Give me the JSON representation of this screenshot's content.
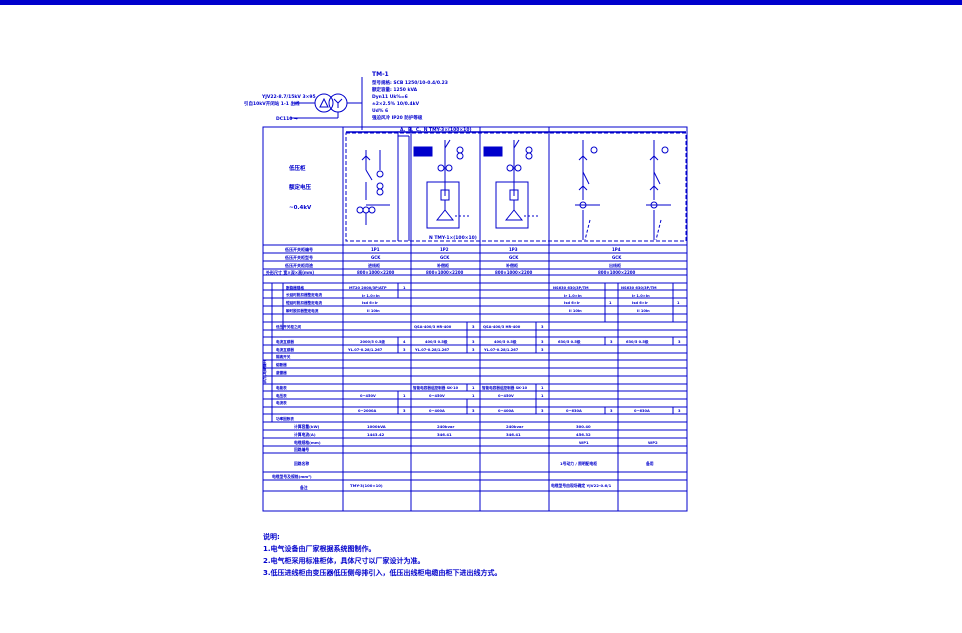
{
  "colors": {
    "line": "#0000cc",
    "background": "#ffffff"
  },
  "transformer": {
    "name": "TM-1",
    "lines": [
      "型号规格: SCB 1250/10-0.4/0.23",
      "额定容量: 1250 kVA",
      "Dyn11 Uk%=6",
      "±2×2.5% 10/0.4kV",
      "Ud% 6",
      "强迫风冷 IP20 防护等级"
    ]
  },
  "hv_labels": {
    "line1": "YJV22-8.7/15kV 3×95",
    "line2": "引自10kV开闭站 1-1 出线",
    "line3": "DC110 →"
  },
  "busbar": {
    "top_label": "A、B、C、N  TMY-3×(100×10)",
    "bottom_label": "N  TMY-1×(100×10)"
  },
  "left_panel": {
    "line1": "低压柜",
    "line2": "额定电压",
    "line3": "~0.4kV"
  },
  "row_labels": [
    "低压开关柜编号",
    "低压开关柜型号",
    "低压开关柜用途",
    "外形尺寸 宽×深×高(mm)",
    "断路器规格",
    "长延时脱扣器整定电流",
    "短延时脱扣器整定电流",
    "瞬时脱扣器整定电流",
    "低压开关柜之间",
    "电流互感器",
    "电流互感器",
    "隔离开关",
    "熔断器",
    "避雷器",
    "电能表",
    "电流表",
    "电压表",
    "功率因数表",
    "计算容量(kW)",
    "计算电流(A)",
    "电缆规格(mm)",
    "回路编号",
    "回路名称",
    "电缆型号及规格(mm²)",
    "备注"
  ],
  "side_label": "主要电气元件",
  "columns": [
    {
      "no": "1P1",
      "model": "GCK",
      "use": "进线柜",
      "size": "800×1000×2200"
    },
    {
      "no": "1P2",
      "model": "GCK",
      "use": "补偿柜",
      "size": "800×1000×2200"
    },
    {
      "no": "1P3",
      "model": "GCK",
      "use": "补偿柜",
      "size": "800×1000×2200"
    },
    {
      "no": "1P4",
      "model": "GCK",
      "use": "出线柜",
      "size": "800×1000×2200"
    }
  ],
  "cells": {
    "breaker1": "MT20 2000/3P/ATP",
    "breaker1_qty": "1",
    "breaker4a": "NS630 630/3P/TM",
    "breaker4b": "NS630 630/3P/TM",
    "breaker4_qty": "1",
    "long1": "Ir 1.0×In",
    "long4a": "Ir 1.0×In",
    "long4b": "Ir 1.0×In",
    "short1": "Isd 6×Ir",
    "short4a": "Isd 6×Ir",
    "short4b": "Isd 6×Ir",
    "inst1": "Ii 10In",
    "inst4a": "Ii 10In",
    "inst4b": "Ii 10In",
    "lv2": "QSA-400/3  HR-400",
    "lv2_qty": "3",
    "lv3": "QSA-400/3  HR-400",
    "lv3_qty": "3",
    "ct1": "2000/5  0.5级",
    "ct1_qty": "4",
    "ct2": "400/5  0.5级",
    "ct2_qty": "3",
    "ct3": "400/5  0.5级",
    "ct3_qty": "3",
    "ct4a": "630/5  0.5级",
    "ct4a_qty": "3",
    "ct4b": "630/5  0.5级",
    "ct4b_qty": "3",
    "sa1": "YL.07-0.28/1.267",
    "sa1_qty": "3",
    "sa2": "YL.07-0.28/1.267",
    "sa2_qty": "3",
    "sa3": "YL.07-0.28/1.267",
    "sa3_qty": "3",
    "pf2": "智能电容器组控制器 SK-10",
    "pf2_qty": "1",
    "pf3": "智能电容器组控制器 SK-10",
    "pf3_qty": "1",
    "v1": "0~450V",
    "v1_qty": "1",
    "v2": "0~450V",
    "v2_qty": "1",
    "v3": "0~450V",
    "v3_qty": "1",
    "a1": "0~2000A",
    "a1_qty": "3",
    "a2": "0~400A",
    "a2_qty": "3",
    "a3": "0~400A",
    "a3_qty": "3",
    "a4a": "0~630A",
    "a4a_qty": "3",
    "a4b": "0~630A",
    "a4b_qty": "3",
    "kw1": "1000kVA",
    "kw2": "240kvar",
    "kw3": "240kvar",
    "kw4": "300.40",
    "ia1": "1443.42",
    "ia2": "346.41",
    "ia3": "346.41",
    "ia4": "456.32",
    "cab4a": "WP1",
    "cab4b": "WP2",
    "name4a": "1号动力 / 照明配电柜",
    "name4b": "备用",
    "type1": "TMY-3(100×10)",
    "type4": "电缆型号由现场确定 YJV22-0.6/1"
  },
  "notes": {
    "title": "说明:",
    "items": [
      "1.电气设备由厂家根据系统图制作。",
      "2.电气柜采用标准柜体，具体尺寸以厂家设计为准。",
      "3.低压进线柜由变压器低压侧母排引入，低压出线柜电缆由柜下进出线方式。"
    ]
  }
}
